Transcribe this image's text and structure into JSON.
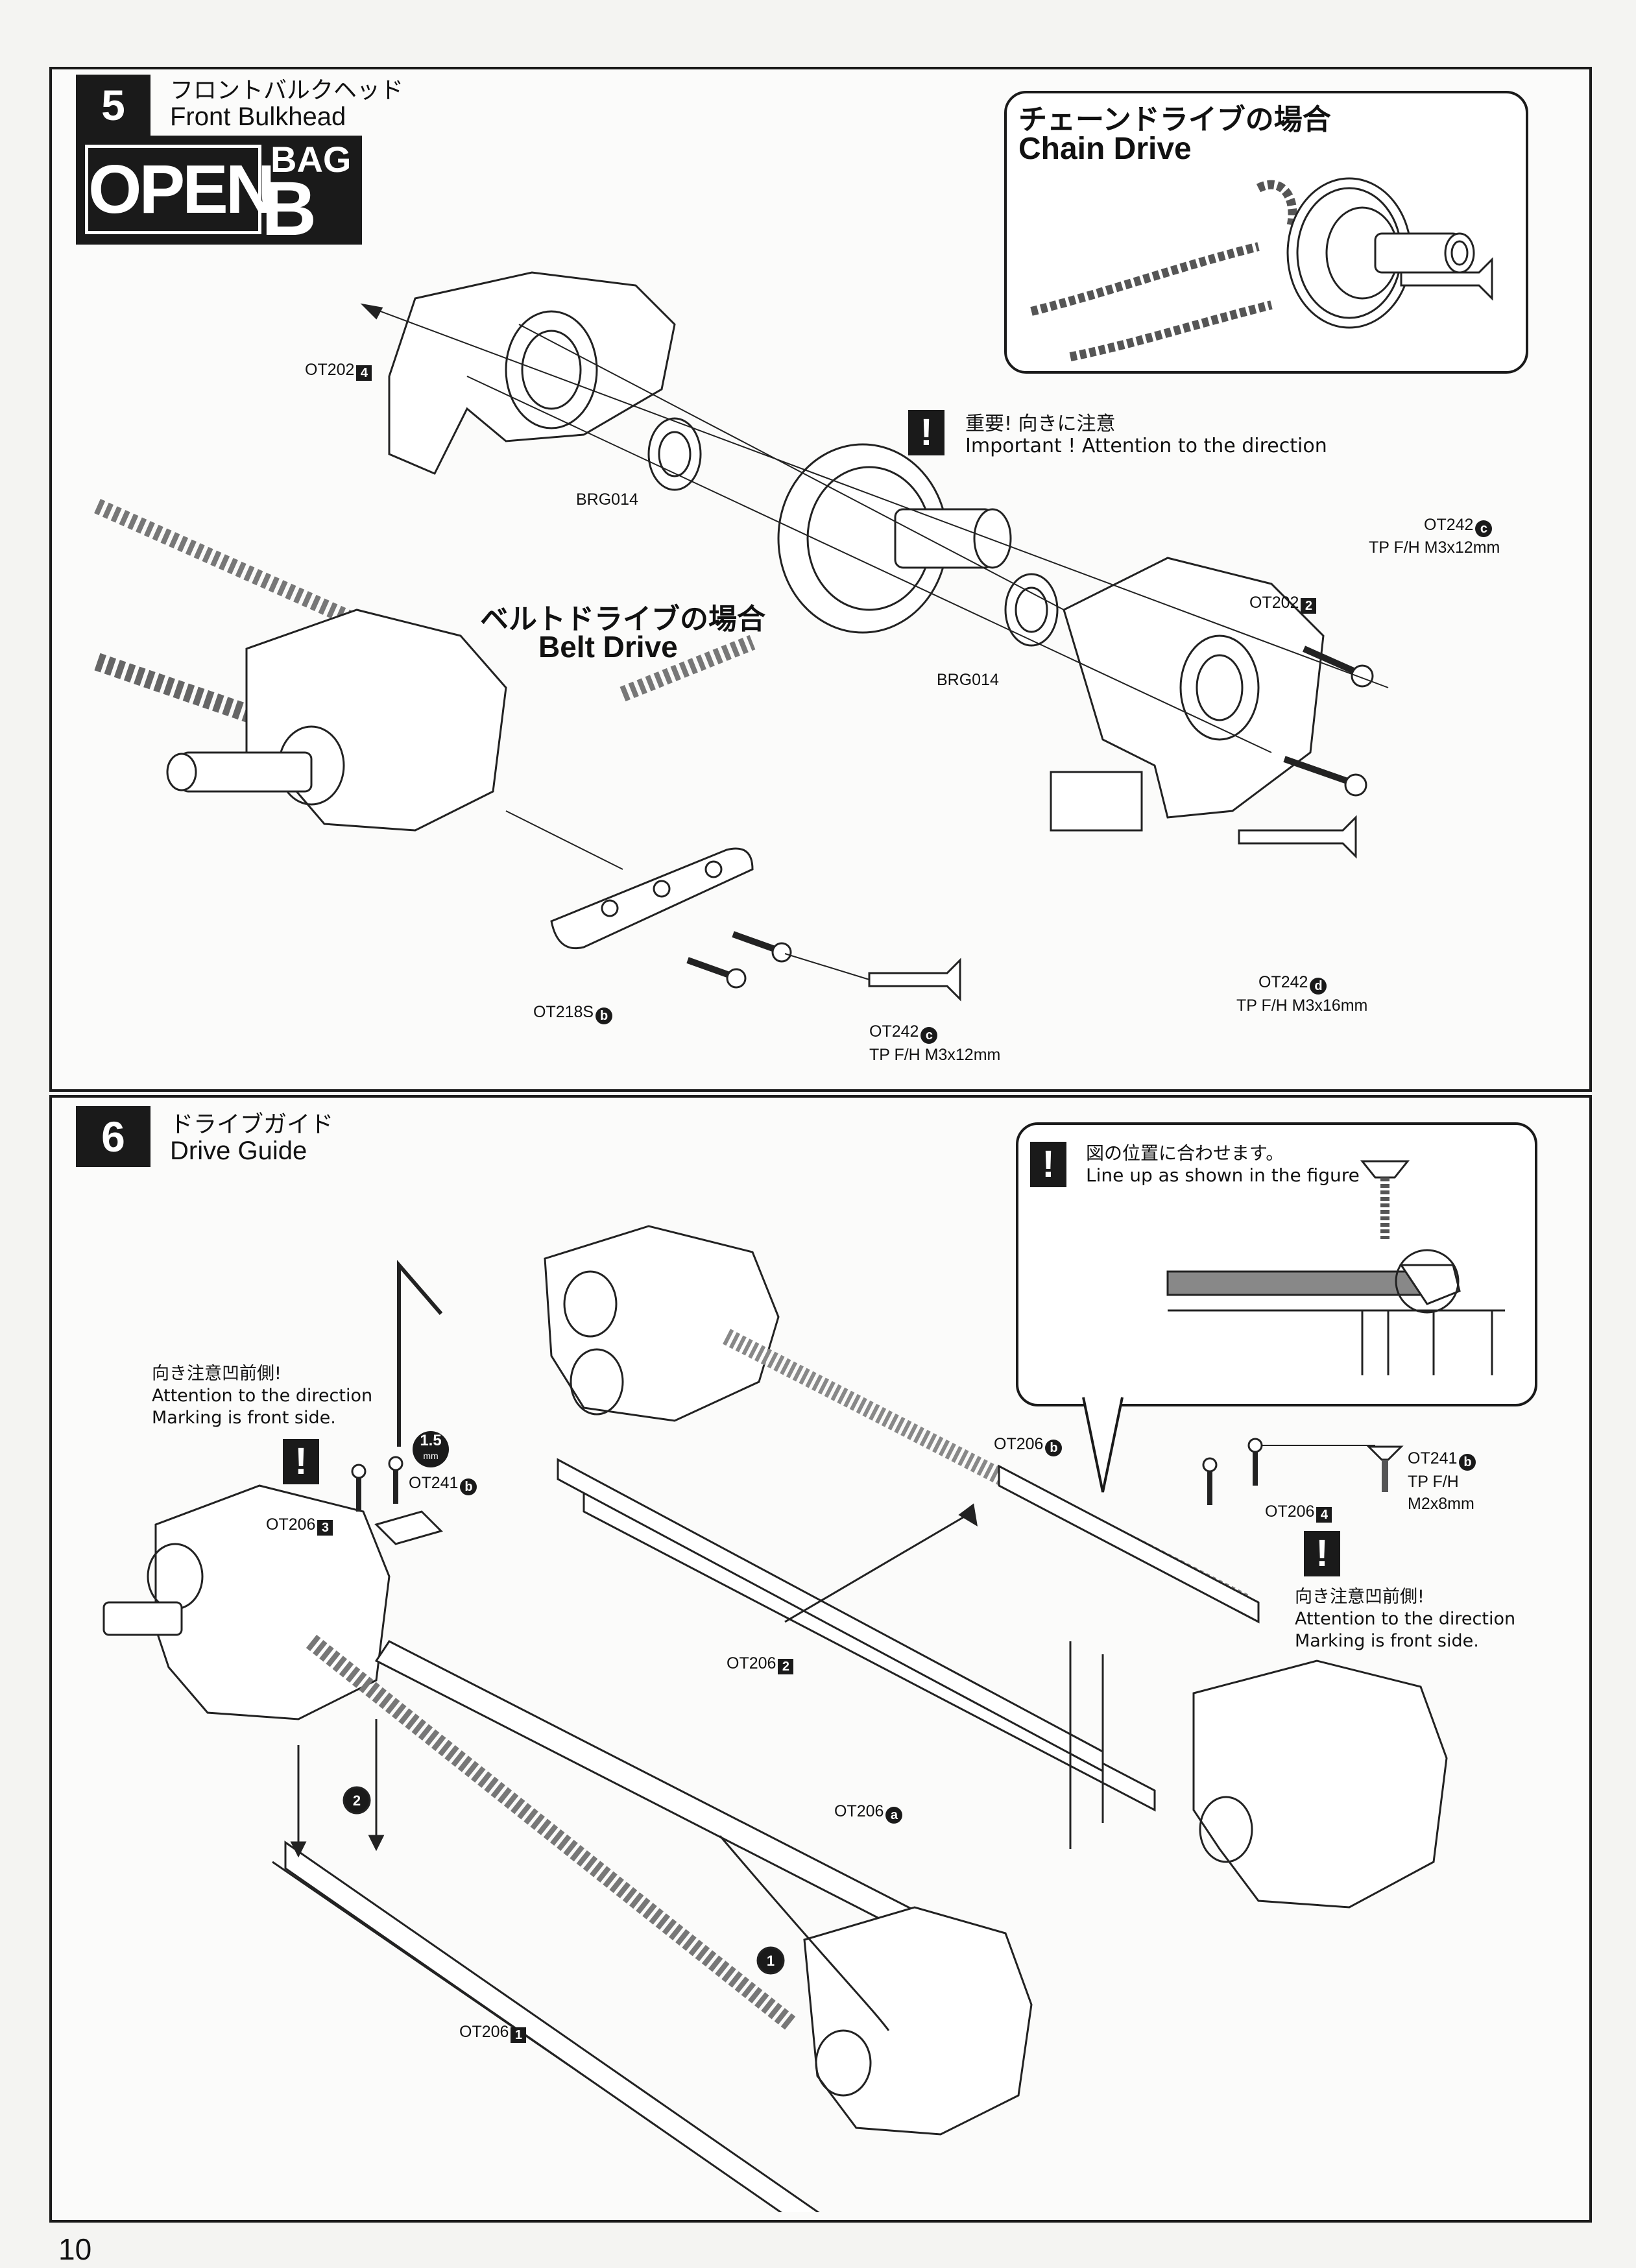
{
  "page_number": "10",
  "step5": {
    "number": "5",
    "title_jp": "フロントバルクヘッド",
    "title_en": "Front Bulkhead",
    "open_bag": {
      "open": "OPEN",
      "bag": "BAG",
      "letter": "B"
    },
    "chain_drive": {
      "title_jp": "チェーンドライブの場合",
      "title_en": "Chain Drive"
    },
    "belt_drive": {
      "title_jp": "ベルトドライブの場合",
      "title_en": "Belt Drive"
    },
    "important_note": {
      "jp": "重要!  向きに注意",
      "en": "Important ! Attention to the direction"
    },
    "parts": {
      "ot202_4": "OT202",
      "ot202_4_num": "4",
      "ot202_2": "OT202",
      "ot202_2_num": "2",
      "brg014_a": "BRG014",
      "brg014_b": "BRG014",
      "ot242_c_top": "OT242",
      "ot242_c_top_code": "c",
      "ot242_c_top_desc": "TP F/H M3x12mm",
      "ot242_d": "OT242",
      "ot242_d_code": "d",
      "ot242_d_desc": "TP F/H M3x16mm",
      "ot218s": "OT218S",
      "ot218s_code": "b",
      "ot242_c_bottom": "OT242",
      "ot242_c_bottom_code": "c",
      "ot242_c_bottom_desc": "TP F/H M3x12mm"
    }
  },
  "step6": {
    "number": "6",
    "title_jp": "ドライブガイド",
    "title_en": "Drive Guide",
    "lineup_note": {
      "jp": "図の位置に合わせます。",
      "en": "Line up as shown in the figure"
    },
    "direction_note_left": {
      "jp": "向き注意凹前側!",
      "en1": "Attention to the direction",
      "en2": "Marking is front side."
    },
    "direction_note_right": {
      "jp": "向き注意凹前側!",
      "en1": "Attention to the direction",
      "en2": "Marking is front side."
    },
    "hex_size": "1.5",
    "hex_unit": "mm",
    "parts": {
      "ot241_left": "OT241",
      "ot241_left_code": "b",
      "ot241_right": "OT241",
      "ot241_right_code": "b",
      "ot241_right_desc1": "TP F/H",
      "ot241_right_desc2": "M2x8mm",
      "ot206_3": "OT206",
      "ot206_3_num": "3",
      "ot206_4": "OT206",
      "ot206_4_num": "4",
      "ot206_b": "OT206",
      "ot206_b_code": "b",
      "ot206_2": "OT206",
      "ot206_2_num": "2",
      "ot206_a": "OT206",
      "ot206_a_code": "a",
      "ot206_1": "OT206",
      "ot206_1_num": "1",
      "seq_1": "1",
      "seq_2": "2"
    }
  }
}
